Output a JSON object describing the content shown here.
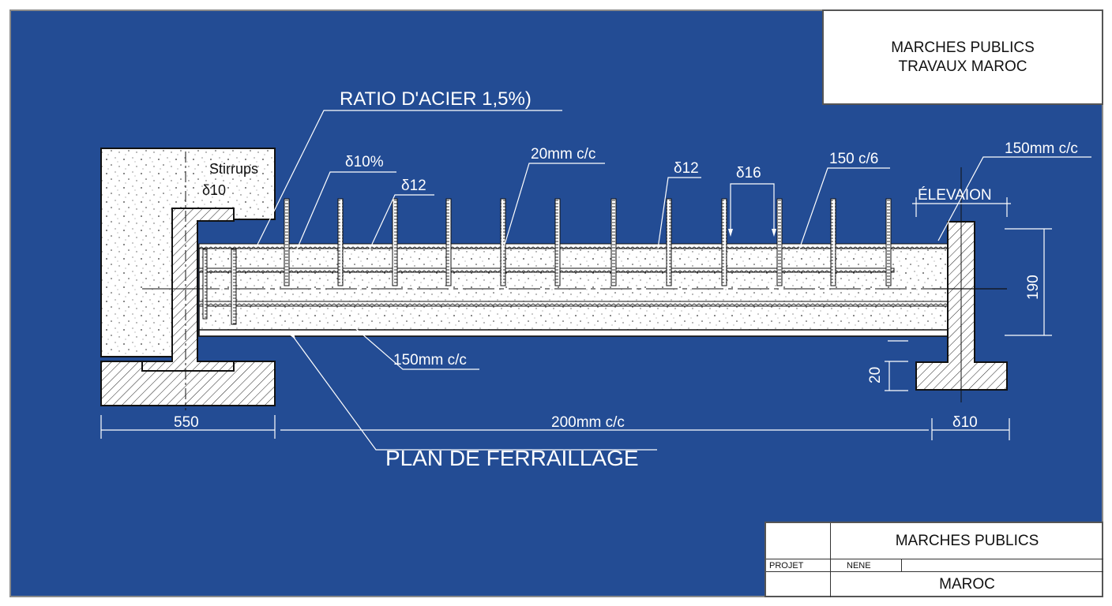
{
  "colors": {
    "background": "#234c94",
    "annotation": "#ffffff",
    "concrete": "#ffffff",
    "line": "#111111"
  },
  "title_block_top": {
    "line1": "MARCHES PUBLICS",
    "line2": "TRAVAUX MAROC"
  },
  "title_block_bottom": {
    "title": "MARCHES PUBLICS",
    "projet_label": "PROJET",
    "projet_value": "NENE",
    "location": "MAROC"
  },
  "annotations": {
    "ratio": "RATIO D'ACIER  1,5%)",
    "stirrups": "Stirrups",
    "stirrups_dia": "δ10",
    "d10pct": "δ10%",
    "d12_left": "δ12",
    "spacing_20": "20mm c/c",
    "d12_right": "δ12",
    "d16": "δ16",
    "c150_6": "150 c/6",
    "spacing_150_top": "150mm c/c",
    "elevation": "ÉLEVAION",
    "dim_190": "190",
    "dim_20": "20",
    "spacing_150_bottom": "150mm c/c",
    "dim_550": "550",
    "spacing_200": "200mm c/c",
    "dim_d10": "δ10",
    "plan_title": "PLAN DE FERRAILLAGE"
  }
}
